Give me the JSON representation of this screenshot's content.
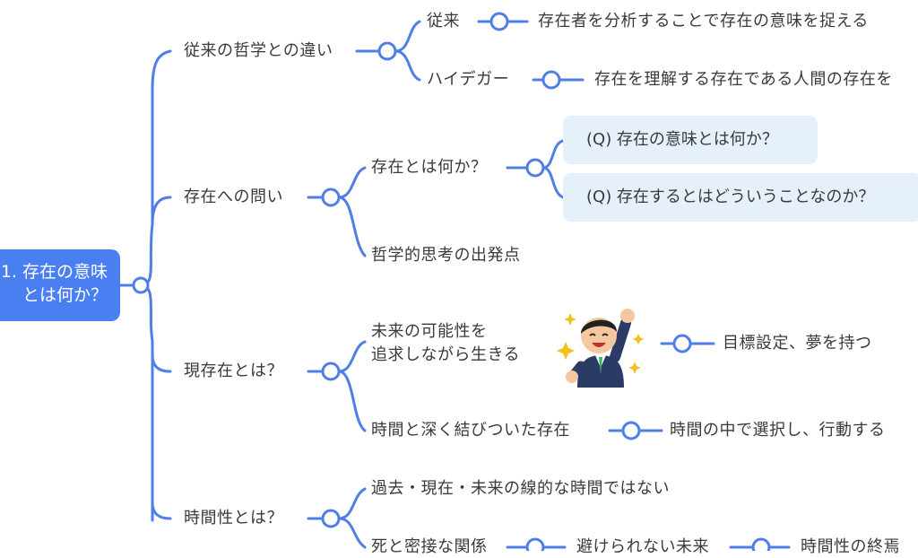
{
  "root": {
    "line1": "1. 存在の意味",
    "line2": "とは何か？"
  },
  "branches": {
    "difference": {
      "label": "従来の哲学との違い",
      "traditional": {
        "label": "従来",
        "detail": "存在者を分析することで存在の意味を捉える"
      },
      "heidegger": {
        "label": "ハイデガー",
        "detail": "存在を理解する存在である人間の存在を"
      }
    },
    "question": {
      "label": "存在への問い",
      "what_is_being": {
        "label": "存在とは何か？",
        "q1": "(Q) 存在の意味とは何か？",
        "q2": "(Q) 存在するとはどういうことなのか？"
      },
      "starting_point": "哲学的思考の出発点"
    },
    "dasein": {
      "label": "現存在とは？",
      "possibility": {
        "line1": "未来の可能性を",
        "line2": "追求しながら生きる",
        "detail": "目標設定、夢を持つ"
      },
      "time_bound": {
        "label": "時間と深く結びついた存在",
        "detail": "時間の中で選択し、行動する"
      }
    },
    "temporality": {
      "label": "時間性とは？",
      "not_linear": "過去・現在・未来の線的な時間ではない",
      "death": {
        "label": "死と密接な関係",
        "detail": "避けられない未来",
        "end": "時間性の終焉"
      }
    }
  },
  "colors": {
    "accent": "#4a7ff2",
    "line": "#4f7fe6",
    "question_bg": "#e6f0fb",
    "text": "#3a3a3a"
  }
}
